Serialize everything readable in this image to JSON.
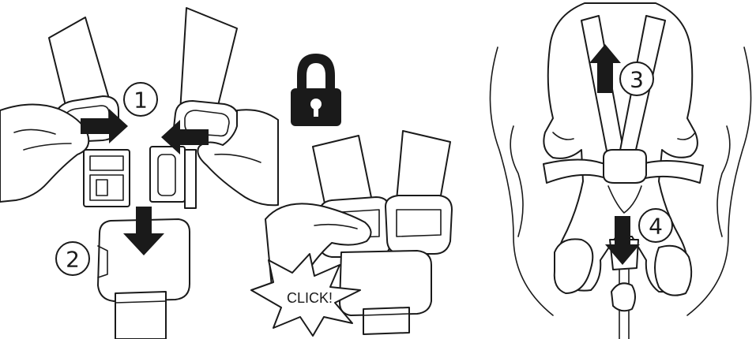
{
  "steps": [
    {
      "number": "1"
    },
    {
      "number": "2"
    },
    {
      "number": "3"
    },
    {
      "number": "4"
    }
  ],
  "callout": {
    "text": "CLICK!"
  },
  "icons": {
    "lock": "padlock-icon",
    "arrows": [
      "arrow-right-icon",
      "arrow-left-icon",
      "arrow-down-icon",
      "arrow-up-icon",
      "arrow-down-icon"
    ]
  },
  "colors": {
    "ink": "#1a1a1a",
    "paper": "#ffffff"
  }
}
